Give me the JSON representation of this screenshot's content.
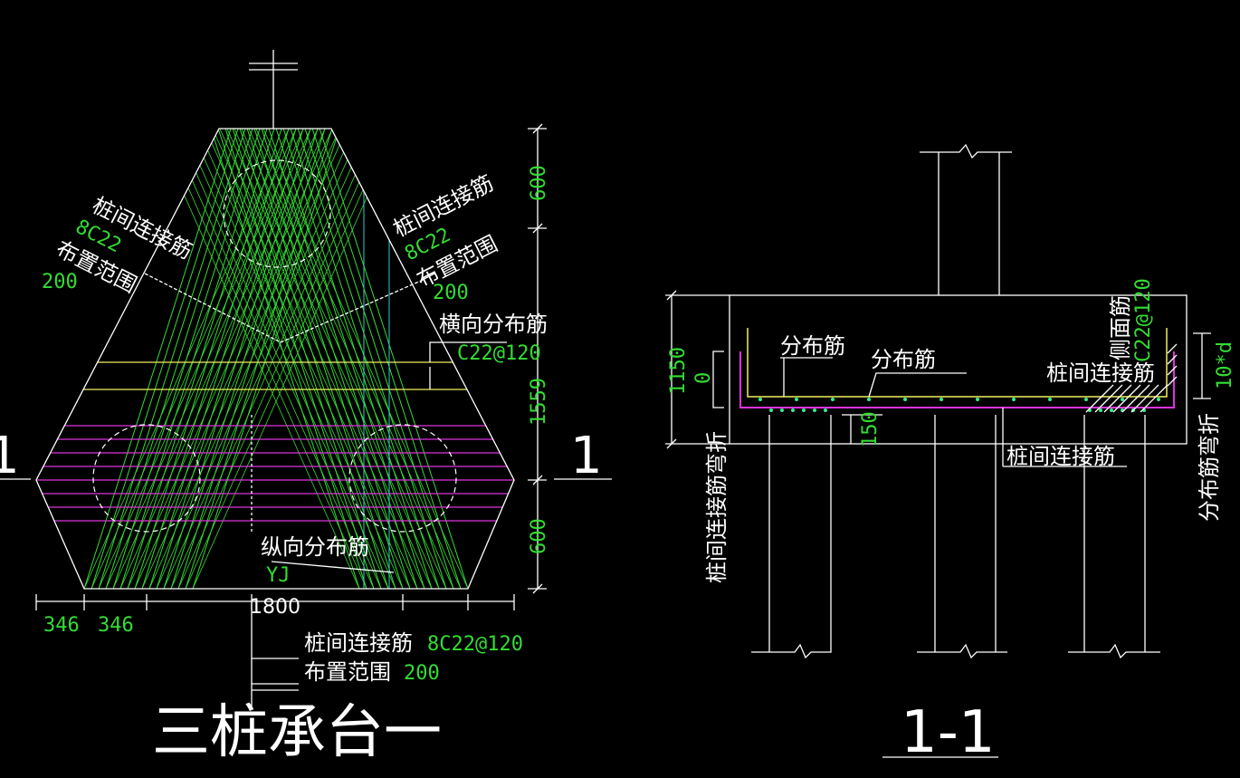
{
  "plan": {
    "title": "三桩承台一",
    "section_mark": "1",
    "left_connect": {
      "label": "桩间连接筋",
      "spec": "8C22",
      "range_label": "布置范围",
      "range": "200"
    },
    "right_connect": {
      "label": "桩间连接筋",
      "spec": "8C22",
      "range_label": "布置范围",
      "range": "200"
    },
    "transverse": {
      "label": "横向分布筋",
      "spec": "C22@120"
    },
    "longitudinal": {
      "label": "纵向分布筋",
      "spec": "YJ"
    },
    "bottom_note": {
      "label1": "桩间连接筋",
      "spec1": "8C22@120",
      "label2": "布置范围",
      "spec2": "200"
    },
    "dims": {
      "top": "600",
      "mid": "1559",
      "bottom": "600",
      "width": "1800",
      "left1": "346",
      "left2": "346"
    }
  },
  "section": {
    "title": "1-1",
    "height_dim": "1150",
    "height_dim2": "0",
    "pile_embed": "150",
    "distribution": "分布筋",
    "distribution2": "分布筋",
    "side_rebar": "侧面筋",
    "side_spec": "C22@120",
    "pile_connect": "桩间连接筋",
    "pile_connect_bottom": "桩间连接筋",
    "left_bend": "桩间连接筋弯折",
    "right_bend": "分布筋弯折",
    "bend_len": "10*d"
  },
  "colors": {
    "green": "#33dd33",
    "yellow": "#f0f060",
    "magenta": "#dd33dd",
    "cyan": "#33cccc",
    "white": "#ffffff"
  }
}
